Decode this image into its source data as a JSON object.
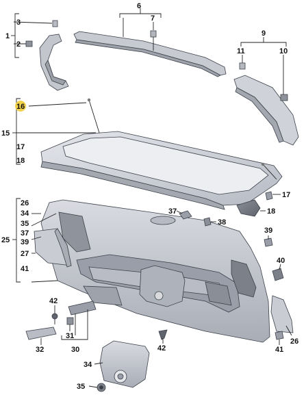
{
  "colors": {
    "part_fill": "#c9ccd3",
    "part_light": "#dfe1e6",
    "part_dark": "#9a9ea8",
    "part_darker": "#6f737c",
    "highlight": "#f2d24b",
    "line": "#222222"
  },
  "callouts": {
    "c1": "1",
    "c2": "2",
    "c3": "3",
    "c6": "6",
    "c7": "7",
    "c9": "9",
    "c10": "10",
    "c11": "11",
    "c15": "15",
    "c16": "16",
    "c17a": "17",
    "c18a": "18",
    "c17b": "17",
    "c18b": "18",
    "c25": "25",
    "c26a": "26",
    "c34a": "34",
    "c35a": "35",
    "c37a": "37",
    "c39a": "39",
    "c27": "27",
    "c41a": "41",
    "c37b": "37",
    "c38": "38",
    "c39b": "39",
    "c40": "40",
    "c26b": "26",
    "c41b": "41",
    "c42a": "42",
    "c42b": "42",
    "c31": "31",
    "c30": "30",
    "c32": "32",
    "c34b": "34",
    "c35b": "35"
  }
}
